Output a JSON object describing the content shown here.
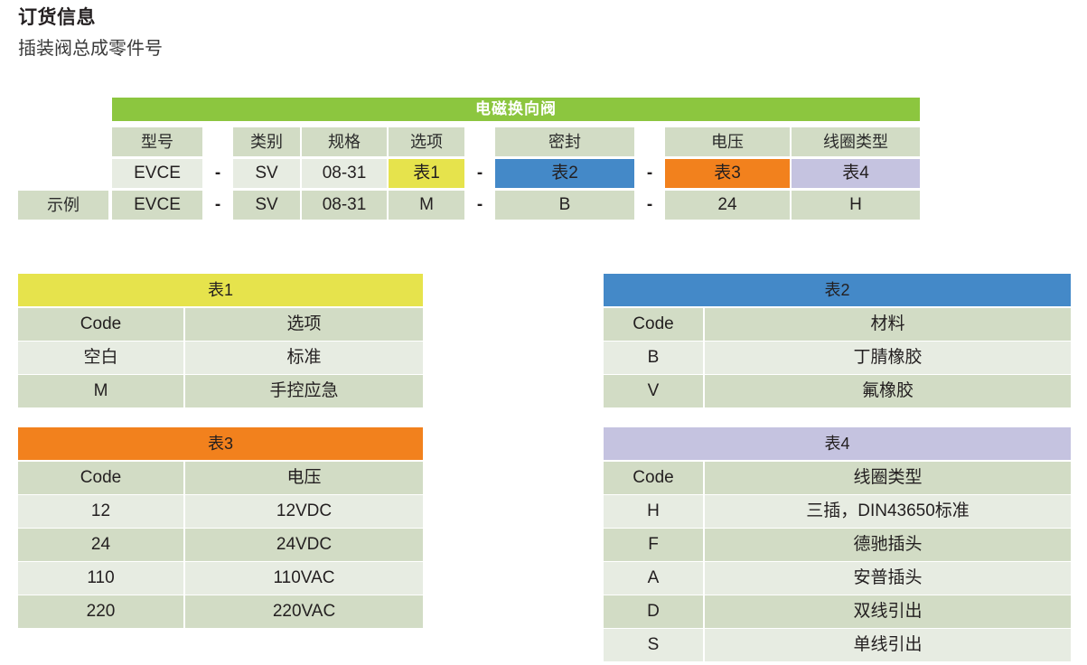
{
  "page": {
    "title": "订货信息",
    "subtitle": "插装阀总成零件号"
  },
  "colors": {
    "banner_green": "#8cc63f",
    "table1_yellow": "#e6e34c",
    "table2_blue": "#4489c8",
    "table3_orange": "#f2811d",
    "table4_purple": "#c5c3e0",
    "cell_mid": "#d2dcc5",
    "cell_light": "#e7ece2"
  },
  "builder": {
    "banner": "电磁换向阀",
    "example_label": "示例",
    "separator": "-",
    "columns": [
      {
        "header": "型号",
        "table_ref": "EVCE",
        "example": "EVCE"
      },
      {
        "header": "类别",
        "table_ref": "SV",
        "example": "SV"
      },
      {
        "header": "规格",
        "table_ref": "08-31",
        "example": "08-31"
      },
      {
        "header": "选项",
        "table_ref": "表1",
        "example": "M"
      },
      {
        "header": "密封",
        "table_ref": "表2",
        "example": "B"
      },
      {
        "header": "电压",
        "table_ref": "表3",
        "example": "24"
      },
      {
        "header": "线圈类型",
        "table_ref": "表4",
        "example": "H"
      }
    ]
  },
  "tables": {
    "table1": {
      "title": "表1",
      "headers": [
        "Code",
        "选项"
      ],
      "rows": [
        [
          "空白",
          "标准"
        ],
        [
          "M",
          "手控应急"
        ]
      ]
    },
    "table2": {
      "title": "表2",
      "headers": [
        "Code",
        "材料"
      ],
      "rows": [
        [
          "B",
          "丁腈橡胶"
        ],
        [
          "V",
          "氟橡胶"
        ]
      ]
    },
    "table3": {
      "title": "表3",
      "headers": [
        "Code",
        "电压"
      ],
      "rows": [
        [
          "12",
          "12VDC"
        ],
        [
          "24",
          "24VDC"
        ],
        [
          "110",
          "110VAC"
        ],
        [
          "220",
          "220VAC"
        ]
      ]
    },
    "table4": {
      "title": "表4",
      "headers": [
        "Code",
        "线圈类型"
      ],
      "rows": [
        [
          "H",
          "三插，DIN43650标准"
        ],
        [
          "F",
          "德驰插头"
        ],
        [
          "A",
          "安普插头"
        ],
        [
          "D",
          "双线引出"
        ],
        [
          "S",
          "单线引出"
        ]
      ]
    }
  }
}
